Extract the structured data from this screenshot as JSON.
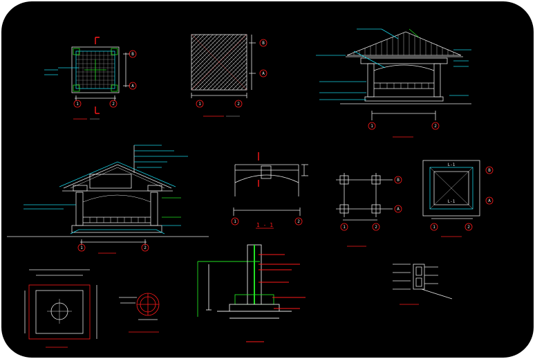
{
  "colors": {
    "background": "#000000",
    "line": "#e8e8e8",
    "cyan": "#19d3e6",
    "green": "#22e022",
    "red": "#ff1a1a",
    "magenta": "#e040e0",
    "yellow": "#ffd23a"
  },
  "labels": {
    "section_1_1": "1 - 1",
    "plan_l_1": "L-1",
    "plan_l_2": "L-1"
  },
  "axes": {
    "a1": "1",
    "a2": "2",
    "bA": "A",
    "bB": "B",
    "c1": "1",
    "c2": "2",
    "cA": "A",
    "cB": "B",
    "d1": "1",
    "d2": "2",
    "e1": "1",
    "e2": "2",
    "f1": "1",
    "f2": "2",
    "g1": "1",
    "g2": "2",
    "gA": "A",
    "gB": "B",
    "h1": "1",
    "h2": "2",
    "hA": "A",
    "hB": "B"
  }
}
